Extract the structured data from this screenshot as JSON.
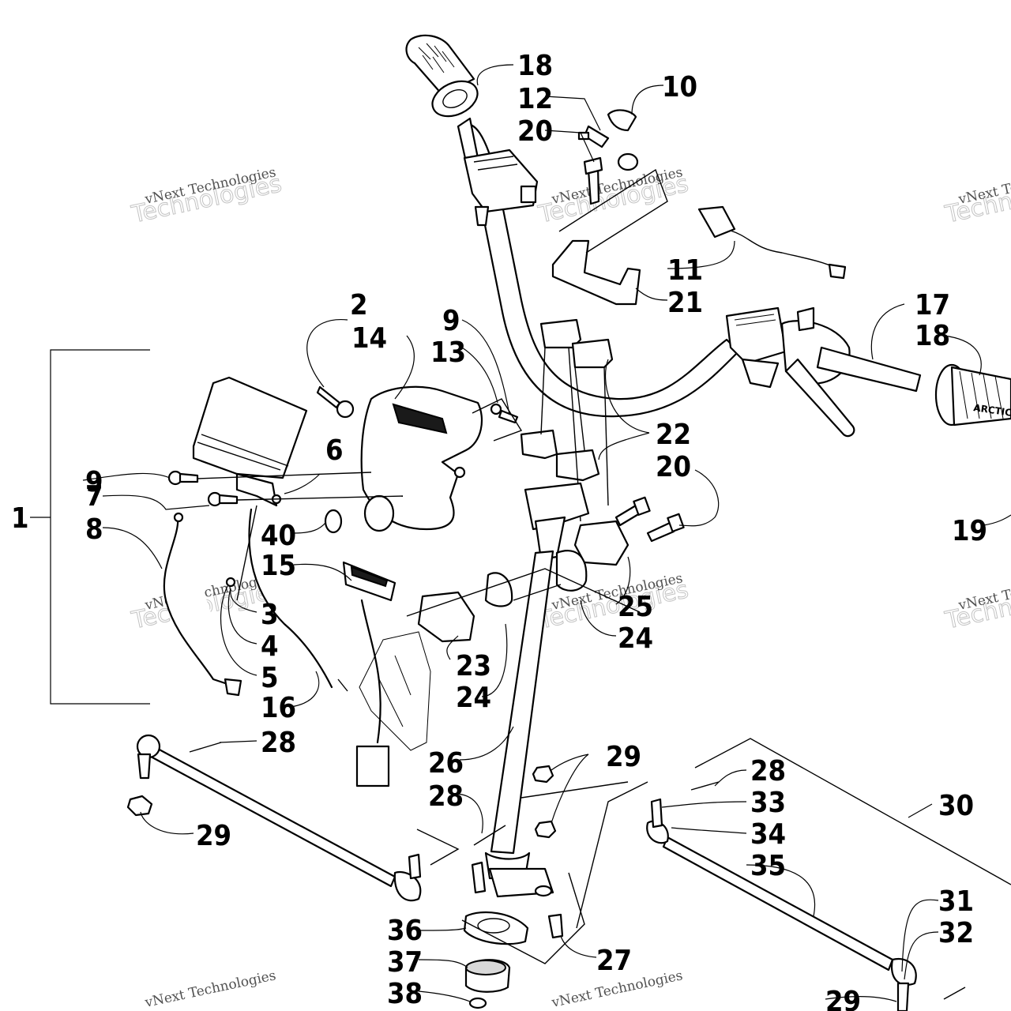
{
  "watermark": {
    "line1": "vNext Technologies",
    "line2": "Technologies",
    "line3": "vNext"
  },
  "grip_brand": "ARCTIC",
  "callouts": [
    {
      "id": "c1",
      "label": "1"
    },
    {
      "id": "c2",
      "label": "2"
    },
    {
      "id": "c3",
      "label": "3"
    },
    {
      "id": "c4",
      "label": "4"
    },
    {
      "id": "c5",
      "label": "5"
    },
    {
      "id": "c6",
      "label": "6"
    },
    {
      "id": "c7",
      "label": "7"
    },
    {
      "id": "c8",
      "label": "8"
    },
    {
      "id": "c9a",
      "label": "9"
    },
    {
      "id": "c9b",
      "label": "9"
    },
    {
      "id": "c10",
      "label": "10"
    },
    {
      "id": "c11",
      "label": "11"
    },
    {
      "id": "c12",
      "label": "12"
    },
    {
      "id": "c13",
      "label": "13"
    },
    {
      "id": "c14",
      "label": "14"
    },
    {
      "id": "c15",
      "label": "15"
    },
    {
      "id": "c16",
      "label": "16"
    },
    {
      "id": "c17",
      "label": "17"
    },
    {
      "id": "c18a",
      "label": "18"
    },
    {
      "id": "c18b",
      "label": "18"
    },
    {
      "id": "c19",
      "label": "19"
    },
    {
      "id": "c20a",
      "label": "20"
    },
    {
      "id": "c20b",
      "label": "20"
    },
    {
      "id": "c21",
      "label": "21"
    },
    {
      "id": "c22",
      "label": "22"
    },
    {
      "id": "c23",
      "label": "23"
    },
    {
      "id": "c24a",
      "label": "24"
    },
    {
      "id": "c24b",
      "label": "24"
    },
    {
      "id": "c25",
      "label": "25"
    },
    {
      "id": "c26",
      "label": "26"
    },
    {
      "id": "c27",
      "label": "27"
    },
    {
      "id": "c28a",
      "label": "28"
    },
    {
      "id": "c28b",
      "label": "28"
    },
    {
      "id": "c28c",
      "label": "28"
    },
    {
      "id": "c29a",
      "label": "29"
    },
    {
      "id": "c29b",
      "label": "29"
    },
    {
      "id": "c29c",
      "label": "29"
    },
    {
      "id": "c30",
      "label": "30"
    },
    {
      "id": "c31",
      "label": "31"
    },
    {
      "id": "c32",
      "label": "32"
    },
    {
      "id": "c33",
      "label": "33"
    },
    {
      "id": "c34",
      "label": "34"
    },
    {
      "id": "c35",
      "label": "35"
    },
    {
      "id": "c36",
      "label": "36"
    },
    {
      "id": "c37",
      "label": "37"
    },
    {
      "id": "c38",
      "label": "38"
    },
    {
      "id": "c40",
      "label": "40"
    }
  ]
}
